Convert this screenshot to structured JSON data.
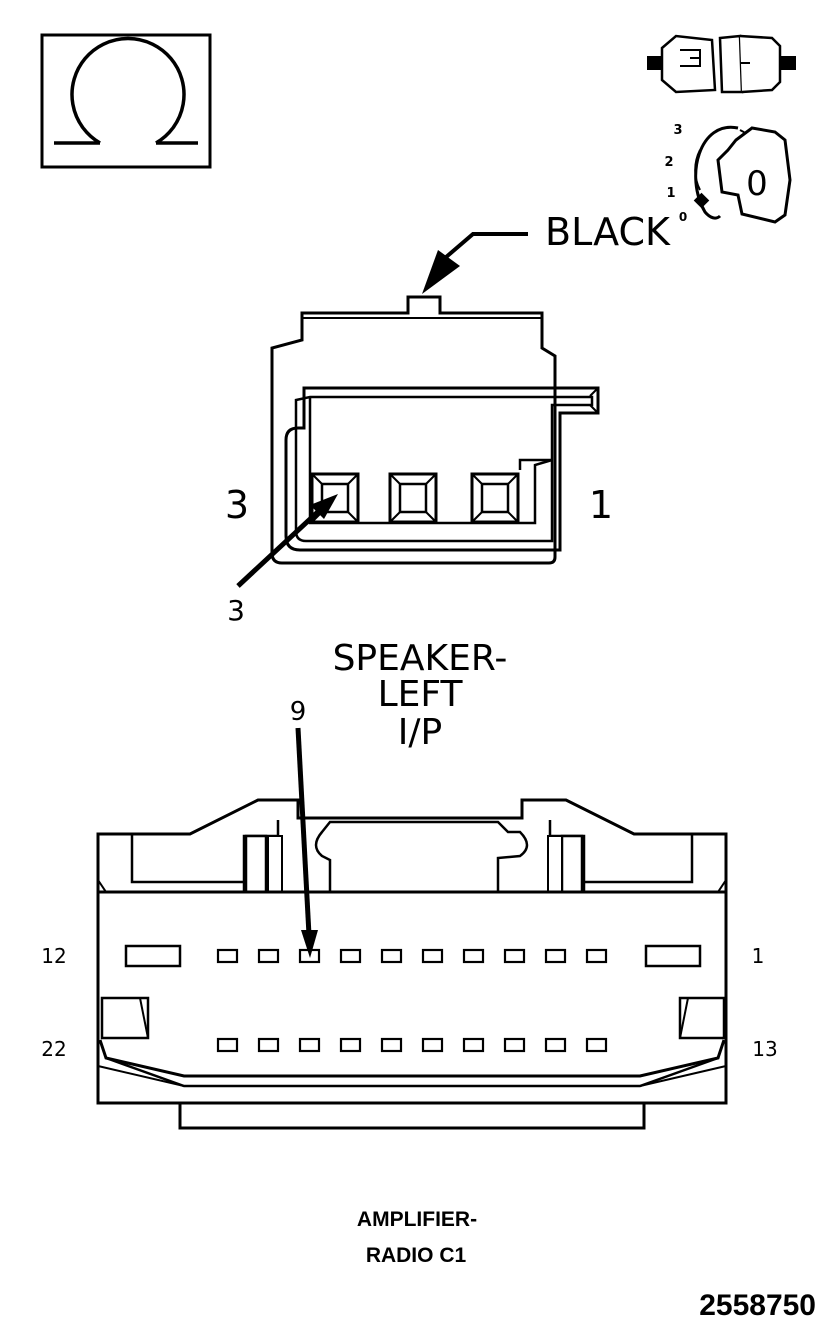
{
  "ohm_symbol": "Ω",
  "key_icon": {
    "positions": [
      "3",
      "2",
      "1",
      "0"
    ],
    "key_label": "0"
  },
  "speaker_connector": {
    "color_label": "BLACK",
    "pin_left_label": "3",
    "pin_right_label": "1",
    "callout_pin": "3",
    "name_lines": [
      "SPEAKER-",
      "LEFT",
      "I/P"
    ]
  },
  "amplifier_connector": {
    "callout_pin": "9",
    "top_row_left": "12",
    "top_row_right": "1",
    "bottom_row_left": "22",
    "bottom_row_right": "13",
    "name_lines": [
      "AMPLIFIER-",
      "RADIO C1"
    ]
  },
  "figure_number": "2558750"
}
